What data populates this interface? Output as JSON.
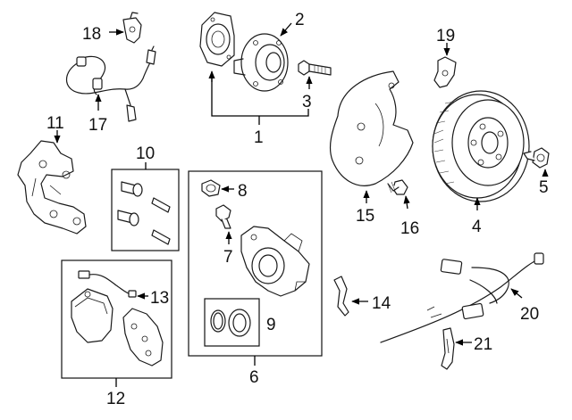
{
  "callouts": {
    "c1": "1",
    "c2": "2",
    "c3": "3",
    "c4": "4",
    "c5": "5",
    "c6": "6",
    "c7": "7",
    "c8": "8",
    "c9": "9",
    "c10": "10",
    "c11": "11",
    "c12": "12",
    "c13": "13",
    "c14": "14",
    "c15": "15",
    "c16": "16",
    "c17": "17",
    "c18": "18",
    "c19": "19",
    "c20": "20",
    "c21": "21"
  },
  "colors": {
    "line": "#1a1a1a",
    "background": "#ffffff"
  }
}
